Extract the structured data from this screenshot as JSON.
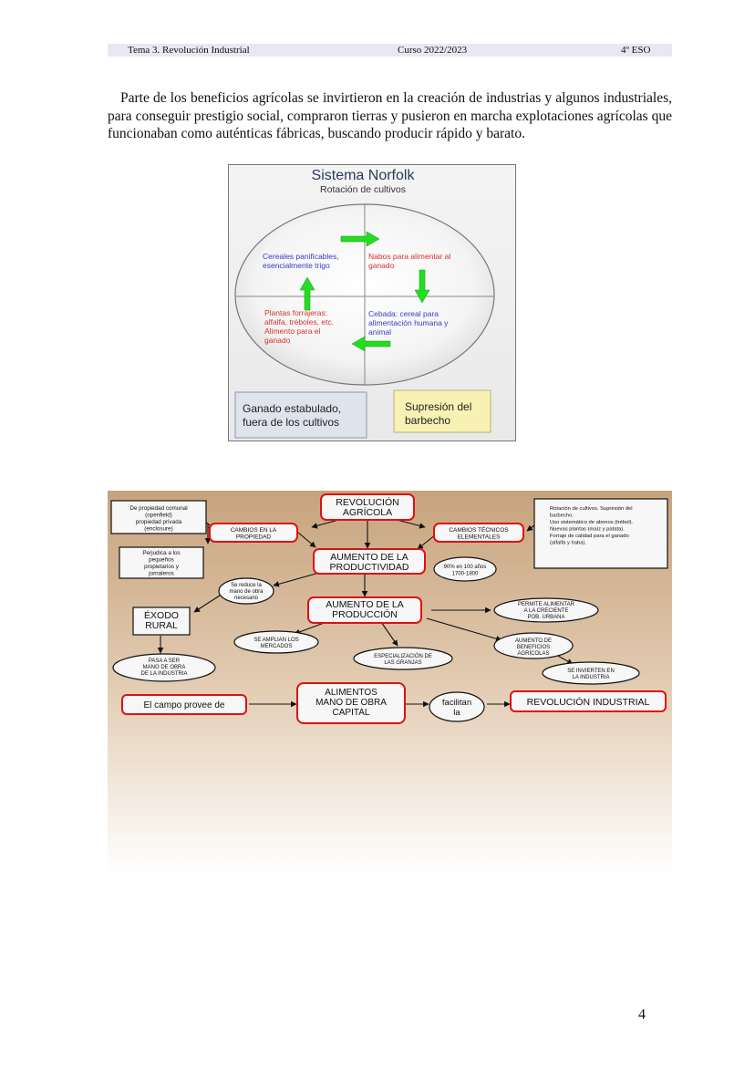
{
  "header": {
    "left": "Tema 3. Revolución Industrial",
    "center": "Curso 2022/2023",
    "right": "4º ESO"
  },
  "paragraph": "Parte de los beneficios agrícolas se invirtieron en la creación de industrias y algunos industriales, para conseguir prestigio social, compraron tierras y pusieron en marcha explotaciones agrícolas que funcionaban como auténticas fábricas, buscando producir rápido y barato.",
  "norfolk": {
    "title": "Sistema Norfolk",
    "subtitle": "Rotación de cultivos",
    "q1": [
      "Cereales panificables,",
      "esencialmente trigo"
    ],
    "q2": [
      "Nabos para alimentar al",
      "ganado"
    ],
    "q3": [
      "Plantas forrajeras:",
      "alfalfa, tréboles, etc.",
      "Alimento para el",
      "ganado"
    ],
    "q4": [
      "Cebada: cereal para",
      "alimentación humana y",
      "animal"
    ],
    "box1": [
      "Ganado estabulado,",
      "fuera de los cultivos"
    ],
    "box2": [
      "Supresión del",
      "barbecho"
    ],
    "colors": {
      "blue_text": "#3a3ac8",
      "red_text": "#d83030",
      "arrow": "#22dd22"
    }
  },
  "concept_map": {
    "revolucion_agricola": [
      "REVOLUCIÓN",
      "AGRÍCOLA"
    ],
    "propiedad_box": [
      "De propiedad comunal",
      "(openfield)",
      "propiedad privada",
      "(enclosure)"
    ],
    "perjudica_box": [
      "Perjudica a los",
      "pequeños",
      "propietarios y",
      "jornaleros"
    ],
    "cambios_propiedad": [
      "CAMBIOS EN LA",
      "PROPIEDAD"
    ],
    "cambios_tecnicos": [
      "CAMBIOS TÉCNICOS",
      "ELEMENTALES"
    ],
    "tecnicos_box": [
      "Rotación de cultivos. Supresión del",
      "barbecho.",
      "Uso sistemático de abonos (trébol).",
      "Nuevas plantas (maíz y patata).",
      "Forraje de calidad para el ganado",
      "(alfalfa y haba)."
    ],
    "aumento_productividad": [
      "AUMENTO DE LA",
      "PRODUCTIVIDAD"
    ],
    "porcentaje": [
      "90% en 100 años",
      "1700-1800"
    ],
    "reduce_mano": [
      "Se reduce la",
      "mano de obra",
      "necesario"
    ],
    "exodo": [
      "ÉXODO",
      "RURAL"
    ],
    "pasa_ser": [
      "PASA A SER",
      "MANO DE OBRA",
      "DE LA INDUSTRIA"
    ],
    "aumento_produccion": [
      "AUMENTO DE LA",
      "PRODUCCIÓN"
    ],
    "permite": [
      "PERMITE ALIMENTAR",
      "A LA CRECIENTE",
      "POB. URBANA"
    ],
    "se_amplian": [
      "SE AMPLIAN LOS",
      "MERCADOS"
    ],
    "especializacion": [
      "ESPECIALIZACIÓN DE",
      "LAS GRANJAS"
    ],
    "aumento_beneficios": [
      "AUMENTO DE",
      "BENEFICIOS",
      "AGRÍCOLAS"
    ],
    "se_invierten": [
      "SE INVIERTEN EN",
      "LA INDUSTRIA"
    ],
    "campo_provee": "El campo provee de",
    "alimentos": [
      "ALIMENTOS",
      "MANO DE OBRA",
      "CAPITAL"
    ],
    "facilitan": [
      "facilitan",
      "la"
    ],
    "revolucion_industrial": "REVOLUCIÓN INDUSTRIAL",
    "colors": {
      "red_border": "#e01010",
      "bg_top": "#c7a37d",
      "bg_bottom": "#ffffff"
    }
  },
  "page_number": "4"
}
